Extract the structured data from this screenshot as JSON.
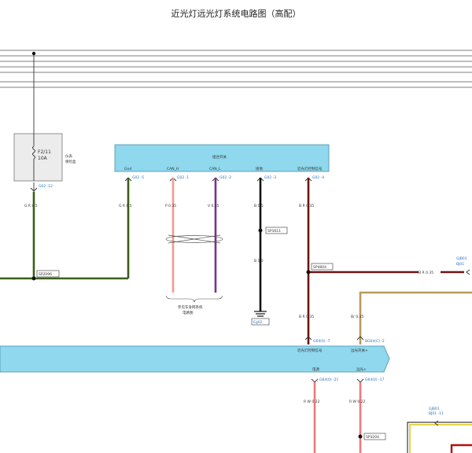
{
  "title": "近光灯远光灯系统电路图（高配）",
  "colors": {
    "module_fill": "#8fd8ee",
    "wire_green": "#3b5e1b",
    "wire_pink": "#f29b92",
    "wire_violet": "#7b2f8e",
    "wire_black": "#111111",
    "wire_brown_red": "#6b1414",
    "wire_tan": "#b99a5c",
    "wire_red_white": "#f07878",
    "connector_blue": "#2a6fc0"
  },
  "fuse": {
    "id": "F2/11",
    "rating": "10A",
    "location_line1": "仪表",
    "location_line2": "保险盒",
    "pin": "G02 -12",
    "wire": "G R 0.5",
    "splice": "SP2096"
  },
  "ignition_module": {
    "label": "组合开关",
    "pins": [
      {
        "func": "Gnd",
        "conn": "G02 -5",
        "wire": "G R 0.5"
      },
      {
        "func": "CAN_H",
        "conn": "G02 -1",
        "wire": "P 0.35"
      },
      {
        "func": "CAN_L",
        "conn": "G02 -2",
        "wire": "V 0.35"
      },
      {
        "func": "接地",
        "conn": "G02 -3",
        "wire": "B 0.5"
      },
      {
        "func": "近光灯控制信号",
        "conn": "G02 -4",
        "wire": "B R 0.35"
      }
    ]
  },
  "can_note_line1": "参见车身网系统",
  "can_note_line2": "电路图",
  "splice_sp1611": "SP1611",
  "wire_b_1_0": "B 1.0",
  "ground": "Eg02",
  "splice_sp4804": "SP4804",
  "right_wire": "B R 0.35",
  "right_connector_line1": "GJB01",
  "right_connector_line2": "BJ01",
  "bottom_module": {
    "pins_top": [
      {
        "func": "近光灯控制信号",
        "conn": "G64(0) -7",
        "wire": "B R 0.35"
      },
      {
        "func": "远光开关+",
        "conn": "BG64(C) -2",
        "wire": "Br 0.35"
      }
    ],
    "pins_bottom": [
      {
        "func": "电源",
        "conn": "G64(0) -21",
        "wire": "R W 0.22"
      },
      {
        "func": "远光+",
        "conn": "G64(0) -17",
        "wire": "R W 0.22"
      }
    ]
  },
  "splice_sp3204": "SP3204",
  "bottom_right_connector_line1": "GJB01",
  "bottom_right_connector_line2": "BJ01 -11"
}
